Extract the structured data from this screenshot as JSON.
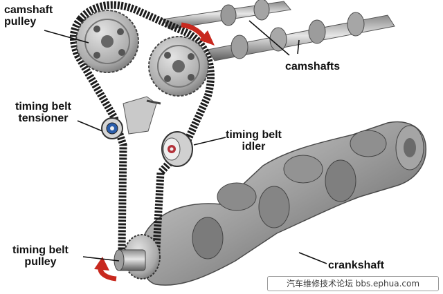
{
  "labels": {
    "camshaft_pulley": [
      "camshaft",
      "pulley"
    ],
    "camshafts": "camshafts",
    "timing_belt_tensioner": [
      "timing belt",
      "tensioner"
    ],
    "timing_belt_idler": [
      "timing belt",
      "idler"
    ],
    "timing_belt_pulley": [
      "timing belt",
      "pulley"
    ],
    "crankshaft": "crankshaft"
  },
  "watermark": "汽车维修技术论坛 bbs.ephua.com",
  "colors": {
    "belt": "#1c1c1c",
    "metal": "#b9b9b9",
    "metal_dark": "#6e6e6e",
    "arrow": "#c8281e",
    "leader": "#111111"
  }
}
